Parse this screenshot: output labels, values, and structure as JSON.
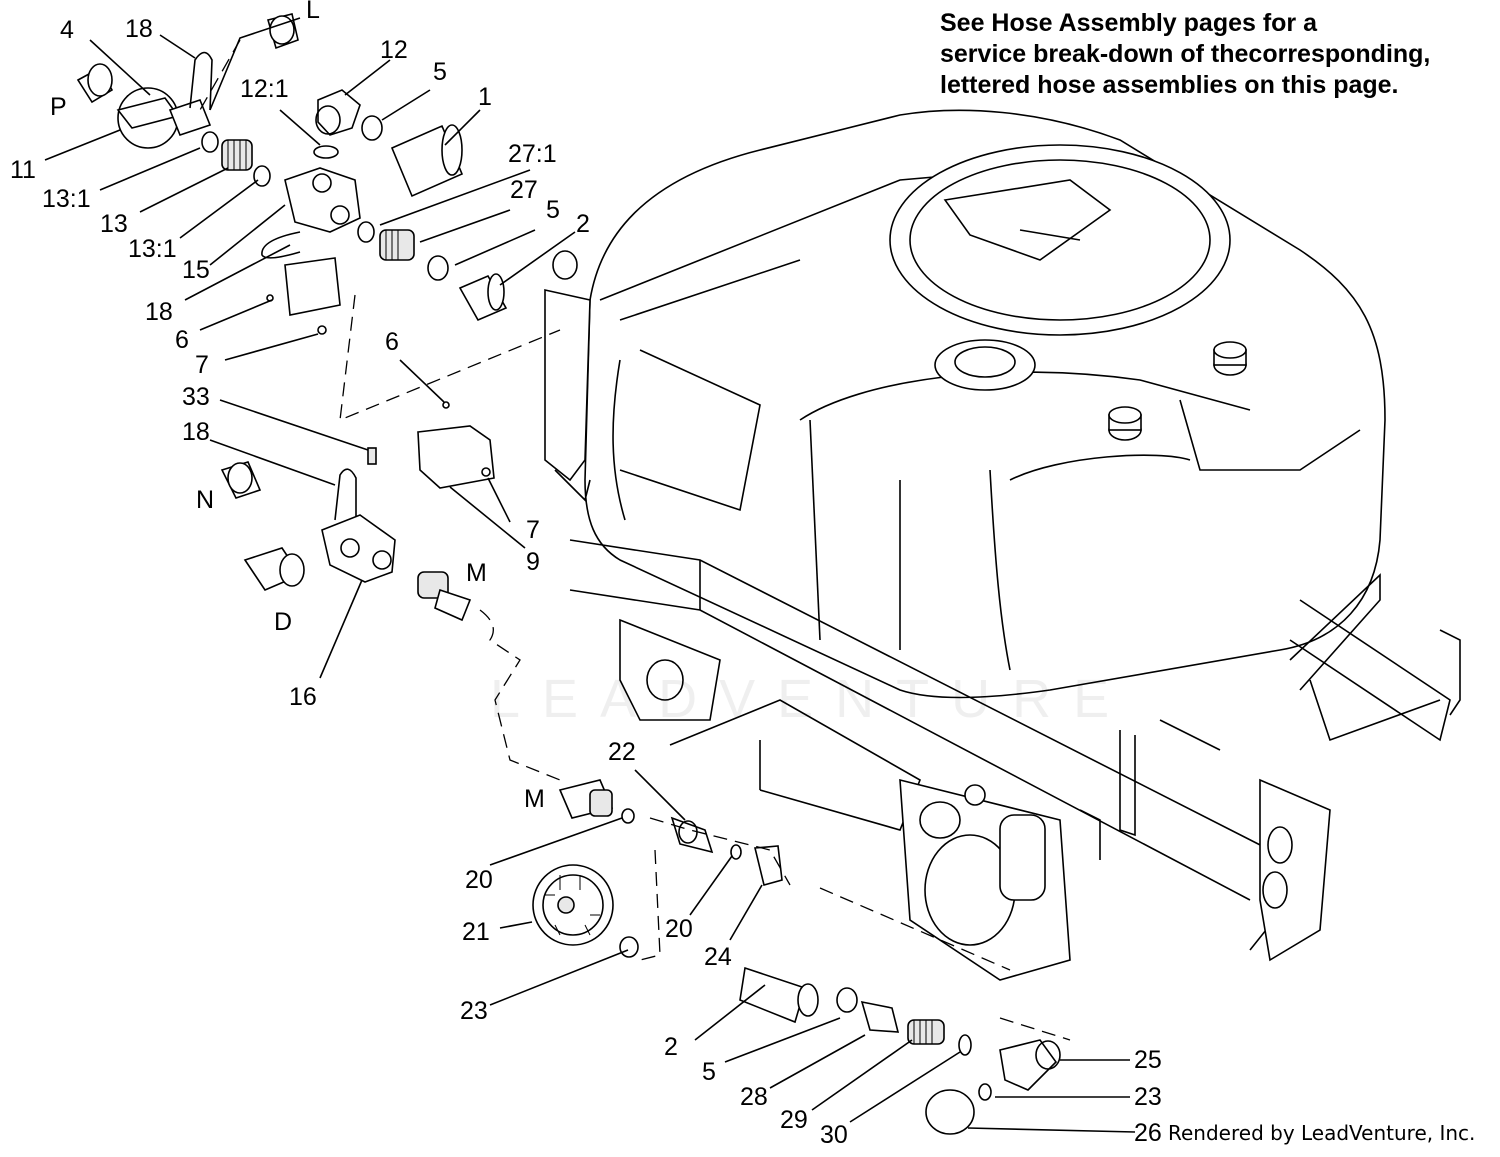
{
  "note": {
    "line1": "See Hose Assembly pages for a",
    "line2": "service break-down of thecorresponding,",
    "line3": "lettered hose assemblies on this page."
  },
  "credit": "Rendered by LeadVenture, Inc.",
  "watermark": "LEADVENTURE",
  "callouts": {
    "L": "L",
    "P": "P",
    "N": "N",
    "D": "D",
    "M_top": "M",
    "M_bottom": "M",
    "c4": "4",
    "c18a": "18",
    "c12": "12",
    "c5a": "5",
    "c1": "1",
    "c12_1": "12:1",
    "c11": "11",
    "c13_1a": "13:1",
    "c13": "13",
    "c13_1b": "13:1",
    "c15": "15",
    "c27_1": "27:1",
    "c27": "27",
    "c5b": "5",
    "c2a": "2",
    "c18b": "18",
    "c6a": "6",
    "c7a": "7",
    "c33": "33",
    "c18c": "18",
    "c6b": "6",
    "c7b": "7",
    "c9": "9",
    "c16": "16",
    "c22": "22",
    "c20a": "20",
    "c20b": "20",
    "c21": "21",
    "c24": "24",
    "c23a": "23",
    "c2b": "2",
    "c5c": "5",
    "c28": "28",
    "c29": "29",
    "c30": "30",
    "c25": "25",
    "c23b": "23",
    "c26": "26"
  }
}
